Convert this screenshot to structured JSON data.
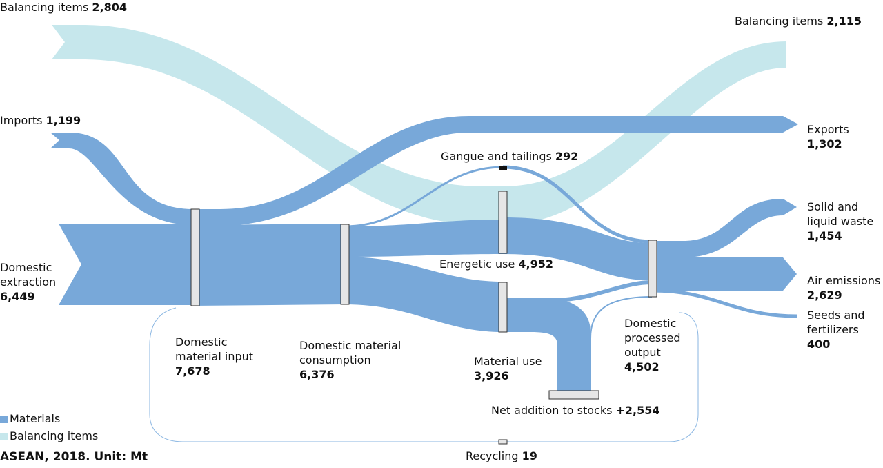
{
  "colors": {
    "materials": "#78a8d9",
    "balancing": "#c6e7ec",
    "node_fill": "#e6e6e6",
    "node_stroke": "#333333"
  },
  "labels": {
    "balancing_in": {
      "name": "Balancing items",
      "value": "2,804"
    },
    "balancing_out": {
      "name": "Balancing items",
      "value": "2,115"
    },
    "imports": {
      "name": "Imports",
      "value": "1,199"
    },
    "domestic_extraction": {
      "name": "Domestic\nextraction",
      "value": "6,449"
    },
    "dmi": {
      "name": "Domestic\nmaterial input",
      "value": "7,678"
    },
    "dmc": {
      "name": "Domestic material\nconsumption",
      "value": "6,376"
    },
    "gangue": {
      "name": "Gangue and tailings",
      "value": "292"
    },
    "energetic": {
      "name": "Energetic use",
      "value": "4,952"
    },
    "material_use": {
      "name": "Material use",
      "value": "3,926"
    },
    "net_addition": {
      "name": "Net addition to stocks",
      "value": "+2,554"
    },
    "recycling": {
      "name": "Recycling",
      "value": "19"
    },
    "dpo": {
      "name": "Domestic\nprocessed\noutput",
      "value": "4,502"
    },
    "exports": {
      "name": "Exports",
      "value": "1,302"
    },
    "solid_waste": {
      "name": "Solid and\nliquid waste",
      "value": "1,454"
    },
    "air": {
      "name": "Air emissions",
      "value": "2,629"
    },
    "seeds": {
      "name": "Seeds and\nfertilizers",
      "value": "400"
    }
  },
  "legend": [
    {
      "label": "Materials",
      "color": "#78a8d9"
    },
    {
      "label": "Balancing items",
      "color": "#c6e7ec"
    }
  ],
  "footer": "ASEAN, 2018. Unit: Mt"
}
